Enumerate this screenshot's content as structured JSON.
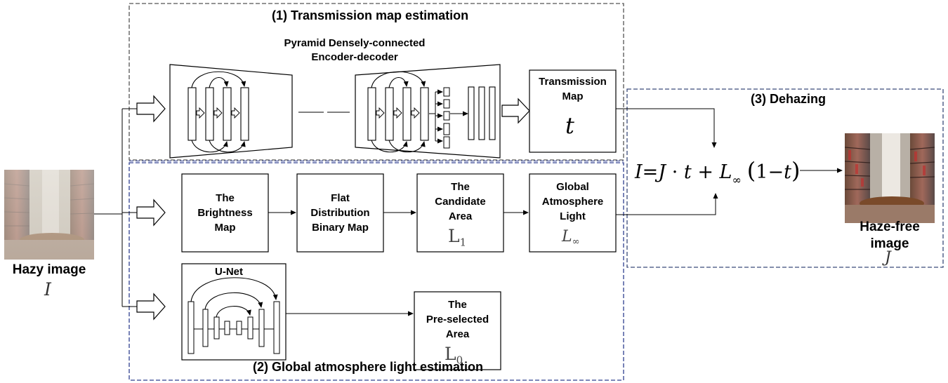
{
  "sections": {
    "transmission_title": "(1) Transmission map estimation",
    "atmosphere_title": "(2) Global atmosphere light estimation",
    "dehazing_title": "(3) Dehazing"
  },
  "pyramid": {
    "line1": "Pyramid Densely-connected",
    "line2": "Encoder-decoder"
  },
  "transmission": {
    "label": "Transmission\nMap",
    "symbol": "t"
  },
  "brightness": {
    "label": "The\nBrightness\nMap"
  },
  "flat": {
    "label": "Flat\nDistribution\nBinary Map"
  },
  "candidate": {
    "label": "The\nCandidate\nArea",
    "symbol": "L",
    "sub": "1"
  },
  "global_light": {
    "label": "Global\nAtmosphere\nLight",
    "symbol": "L",
    "sub": "∞"
  },
  "unet": {
    "label": "U-Net"
  },
  "preselected": {
    "label": "The\nPre-selected\nArea",
    "symbol": "L",
    "sub": "0"
  },
  "input": {
    "label": "Hazy image",
    "symbol": "I"
  },
  "output": {
    "label": "Haze-free\nimage",
    "symbol": "J"
  },
  "formula": {
    "I": "I",
    "eq": "=",
    "J": "J",
    "dot": " · ",
    "t": "t",
    "plus": " + ",
    "L": "L",
    "inf": "∞",
    "open": "(",
    "one": "1",
    "minus": "−",
    "t2": "t",
    "close": ")"
  },
  "colors": {
    "section1_border": "#555555",
    "section2_border": "#2e3f8f",
    "section3_border": "#3a4a7a",
    "stroke": "#000000"
  }
}
